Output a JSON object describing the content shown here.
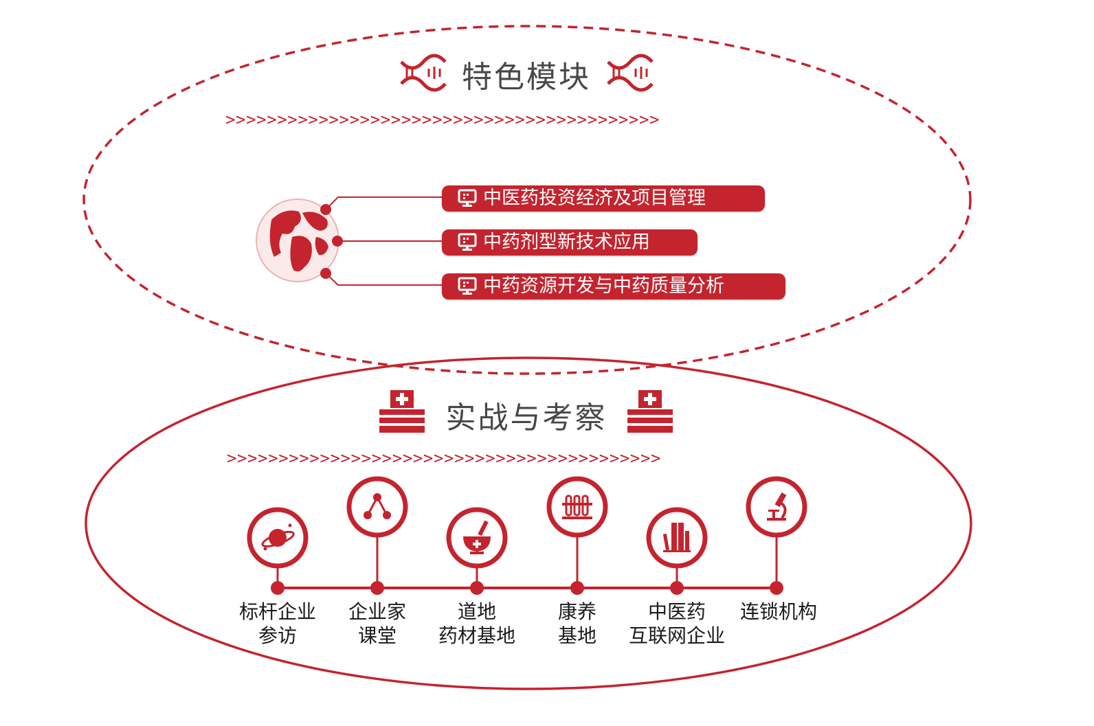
{
  "colors": {
    "accent": "#c4242e",
    "title": "#474747"
  },
  "section1": {
    "title": "特色模块",
    "arrows": ">>>>>>>>>>>>>>>>>>>>>>>>>>>>>>>>>>>>>>>>>>",
    "items": [
      {
        "label": "中医药投资经济及项目管理",
        "icon": "monitor-icon"
      },
      {
        "label": "中药剂型新技术应用",
        "icon": "monitor-icon"
      },
      {
        "label": "中药资源开发与中药质量分析",
        "icon": "monitor-icon"
      }
    ]
  },
  "section2": {
    "title": "实战与考察",
    "arrows": ">>>>>>>>>>>>>>>>>>>>>>>>>>>>>>>>>>>>>>>>>>",
    "items": [
      {
        "line1": "标杆企业",
        "line2": "参访",
        "icon": "planet-icon"
      },
      {
        "line1": "企业家",
        "line2": "课堂",
        "icon": "molecule-icon"
      },
      {
        "line1": "道地",
        "line2": "药材基地",
        "icon": "mortar-pestle-icon"
      },
      {
        "line1": "康养",
        "line2": "基地",
        "icon": "test-tubes-icon"
      },
      {
        "line1": "中医药",
        "line2": "互联网企业",
        "icon": "books-icon"
      },
      {
        "line1": "连锁机构",
        "line2": "",
        "icon": "microscope-icon"
      }
    ]
  }
}
